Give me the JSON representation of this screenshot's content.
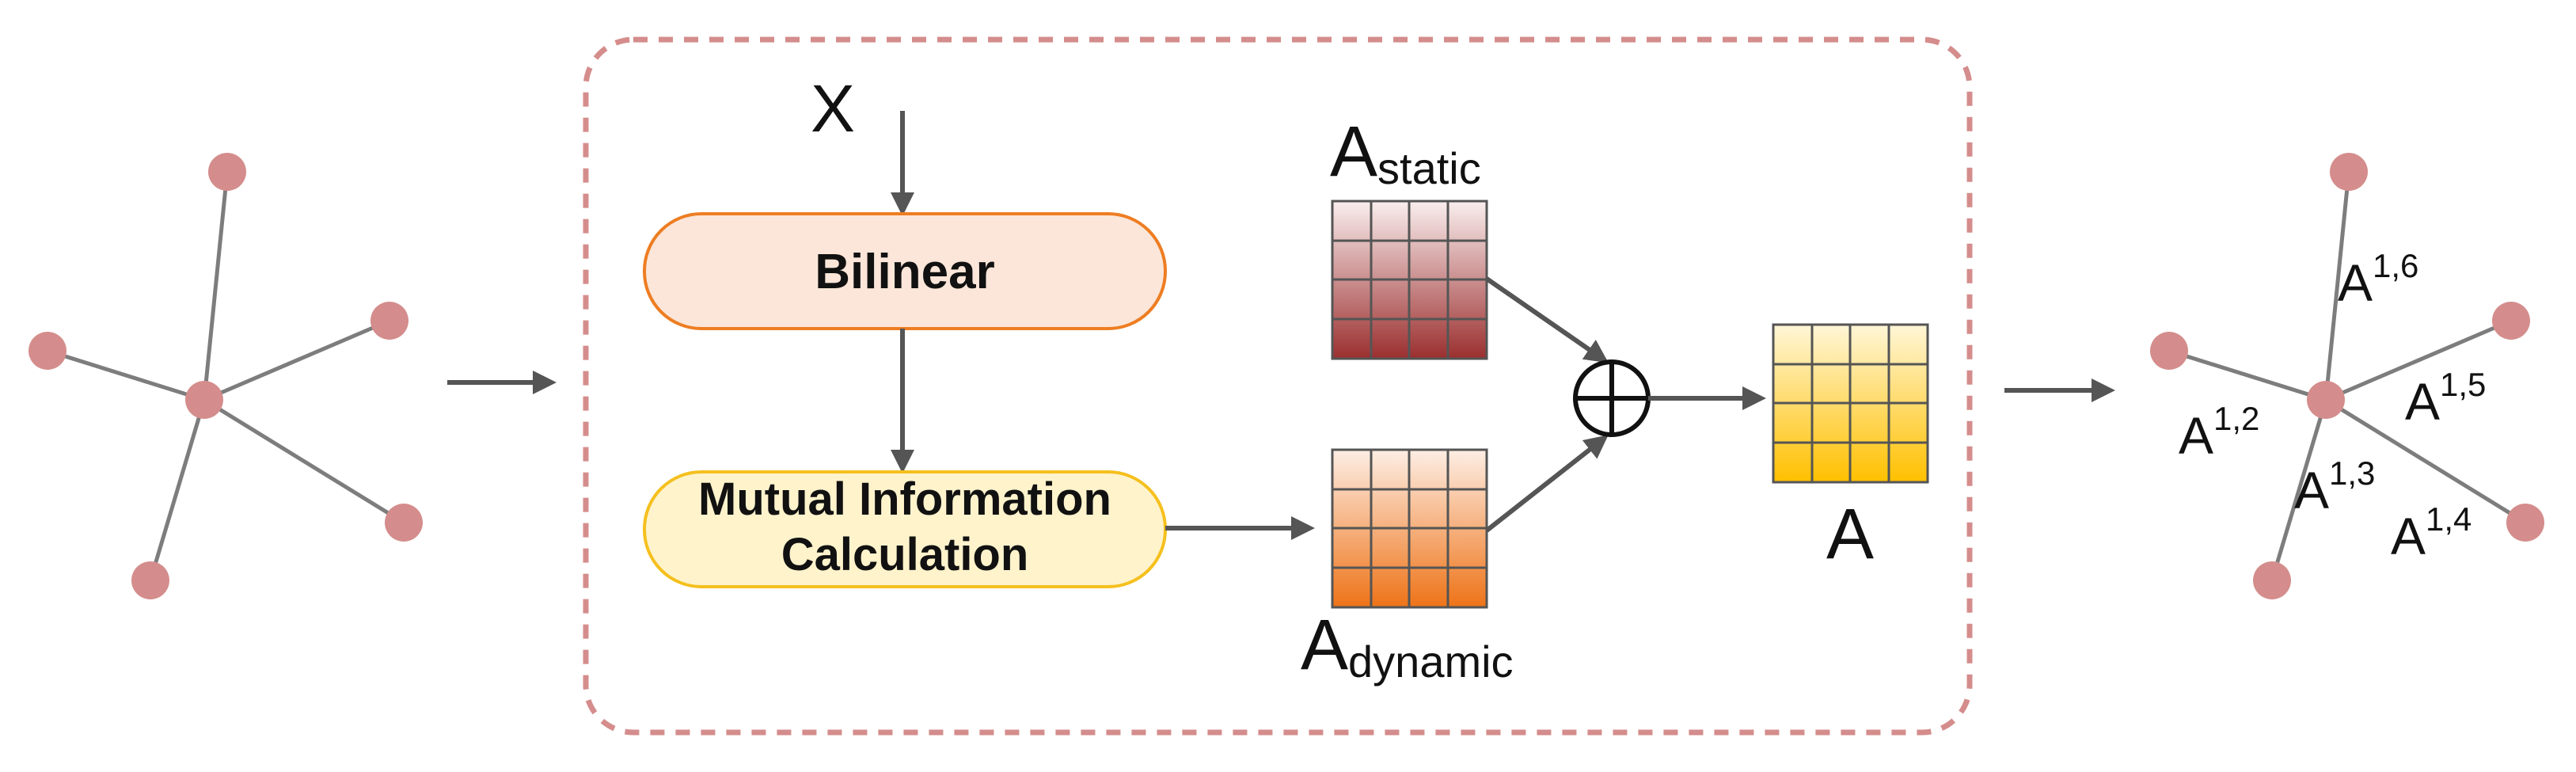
{
  "input": {
    "label": "X"
  },
  "blocks": {
    "bilinear": {
      "label": "Bilinear",
      "fill": "#fbe6d9",
      "stroke": "#ee7d22"
    },
    "mutual_info": {
      "line1": "Mutual Information",
      "line2": "Calculation",
      "fill": "#fff3cc",
      "stroke": "#f5c01e"
    }
  },
  "matrices": {
    "static": {
      "base": "A",
      "sub": "static"
    },
    "dynamic": {
      "base": "A",
      "sub": "dynamic"
    },
    "combined": {
      "label": "A"
    }
  },
  "edge_labels": [
    {
      "base": "A",
      "sup": "1,6"
    },
    {
      "base": "A",
      "sup": "1,5"
    },
    {
      "base": "A",
      "sup": "1,2"
    },
    {
      "base": "A",
      "sup": "1,3"
    },
    {
      "base": "A",
      "sup": "1,4"
    }
  ],
  "colors": {
    "node": "#d48d8c",
    "edge": "#7d7d7d",
    "arrow": "#555555",
    "dashed_border": "#d48d8c"
  }
}
